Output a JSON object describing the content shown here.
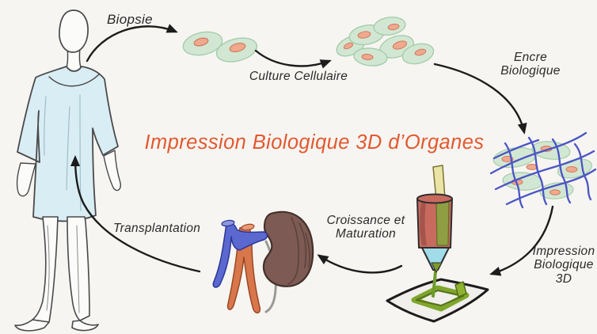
{
  "diagram_title": "Impression Biologique 3D d’Organes",
  "labels": {
    "biopsie": "Biopsie",
    "culture_cellulaire": "Culture Cellulaire",
    "encre_biologique": {
      "lines": [
        "Encre",
        "Biologique"
      ]
    },
    "impression_biologique_3d": {
      "lines": [
        "Impression",
        "Biologique",
        "3D"
      ]
    },
    "croissance_maturation": {
      "lines": [
        "Croissance et",
        "Maturation"
      ]
    },
    "transplantation": "Transplantation"
  },
  "figures": [
    "human-patient-figure",
    "biopsy-cell-pair",
    "cultured-cell-cluster",
    "bio-ink-cell-scaffold",
    "3d-bioprinter",
    "kidney-organ-with-vessels"
  ],
  "colors": {
    "background": "#f7f5f2",
    "title": "#e2592f",
    "label_text": "#2a2a2a",
    "arrow": "#1c1c1c",
    "cell_fill": "#d2e7d3",
    "cell_stroke": "#a5cdaa",
    "nucleus_fill": "#f0a88e",
    "nucleus_stroke": "#cf7c5c",
    "scaffold_fiber_blue": "#4b55c4",
    "gown_blue": "#d9edf4",
    "skin_fill": "#fbfbfa",
    "sketch_outline": "#4a4a4a",
    "kidney_brown": "#7d5a53",
    "vein_blue": "#5b68d0",
    "artery_orange": "#d8764c",
    "ureter_gray": "#9a9a96",
    "printer_barrel_red": "#c96a5f",
    "printer_reservoir_green": "#8f9e42",
    "plunger_yellow": "#eae5a7",
    "nozzle_cyan": "#a0dcea",
    "printed_gel_green": "#7fa62c",
    "sheet_white": "#f0efec"
  }
}
